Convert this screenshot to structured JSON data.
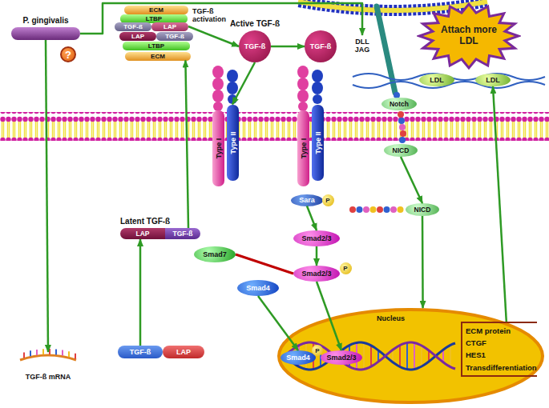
{
  "diagram": {
    "nodes": [
      {
        "text": [
          "P. gingivalis"
        ]
      },
      {
        "text": [
          "?"
        ]
      },
      {
        "text": [
          "ECM"
        ]
      },
      {
        "text": [
          "LTBP"
        ]
      },
      {
        "text": [
          "TGF-ß"
        ]
      },
      {
        "text": [
          "LAP"
        ]
      },
      {
        "text": [
          "LAP"
        ]
      },
      {
        "text": [
          "TGF-ß"
        ]
      },
      {
        "text": [
          "LTBP"
        ]
      },
      {
        "text": [
          "ECM"
        ]
      },
      {
        "text": [
          "Active TGF-ß",
          "TGF-ß"
        ]
      },
      {
        "text": [
          "TGF-ß"
        ]
      },
      {
        "text": [
          "Type I"
        ]
      },
      {
        "text": [
          "Type II"
        ]
      },
      {
        "text": [
          "Type I"
        ]
      },
      {
        "text": [
          "Type II"
        ]
      },
      {
        "text": [
          "Sara"
        ]
      },
      {
        "text": [
          "P"
        ]
      },
      {
        "text": [
          "Smad2/3"
        ]
      },
      {
        "text": [
          "Smad7"
        ]
      },
      {
        "text": [
          "Smad2/3"
        ]
      },
      {
        "text": [
          "P"
        ]
      },
      {
        "text": [
          "Smad4"
        ]
      },
      {
        "text": [
          "Nucleus"
        ]
      },
      {
        "text": [
          "Smad4"
        ],
        "in": 23
      },
      {
        "text": [
          "P"
        ],
        "in": 23
      },
      {
        "text": [
          "Smad2/3"
        ],
        "in": 23
      },
      {
        "text": [
          "ECM protein",
          "CTGF",
          "HES1",
          "Transdifferentiation"
        ],
        "in": 23
      },
      {
        "text": [
          "DLL JAG"
        ]
      },
      {
        "text": [
          "Notch"
        ]
      },
      {
        "text": [
          "NICD"
        ]
      },
      {
        "text": [
          "NICD"
        ]
      },
      {
        "text": [
          "Attach more LDL"
        ]
      },
      {
        "text": [
          "LDL"
        ]
      },
      {
        "text": [
          "LDL"
        ]
      },
      {
        "text": [
          "Latent TGF-ß"
        ]
      },
      {
        "text": [
          "LAP"
        ],
        "in": 35
      },
      {
        "text": [
          "TGF-ß"
        ],
        "in": 35
      },
      {
        "text": [
          "TGF-ß"
        ]
      },
      {
        "text": [
          "LAP"
        ]
      },
      {
        "text": [
          "TGF-ß mRNA"
        ]
      }
    ],
    "edges": [
      {
        "from": 0,
        "to": 40,
        "arrow": "to"
      },
      {
        "from": 0,
        "to": 28,
        "arrow": "to"
      },
      {
        "from": 38,
        "to": 35,
        "arrow": "to"
      },
      {
        "from": 35,
        "to": 9,
        "arrow": "to"
      },
      {
        "from": 5,
        "to": 10,
        "label": "TGF-ß activation",
        "arrow": "to"
      },
      {
        "from": 10,
        "to": 11,
        "arrow": "to"
      },
      {
        "from": 10,
        "to": 13,
        "arrow": "to"
      },
      {
        "from": 16,
        "to": 18,
        "arrow": "to"
      },
      {
        "from": 18,
        "to": 20,
        "arrow": "to"
      },
      {
        "from": 19,
        "to": 20,
        "arrow": "none"
      },
      {
        "from": 20,
        "to": 26,
        "arrow": "to"
      },
      {
        "from": 22,
        "to": 24,
        "arrow": "to"
      },
      {
        "from": 30,
        "to": 31,
        "arrow": "to"
      },
      {
        "from": 31,
        "to": 23,
        "arrow": "to"
      },
      {
        "from": 27,
        "to": 34,
        "arrow": "to"
      }
    ]
  }
}
